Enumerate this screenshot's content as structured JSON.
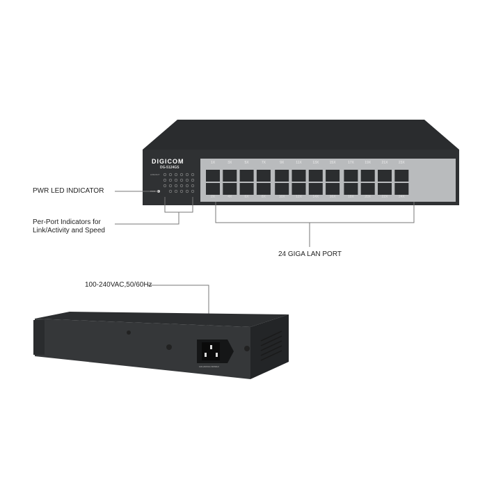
{
  "front": {
    "brand": "DIGICOM",
    "model": "DG-5124GS",
    "led_labels": {
      "link": "LINK/ACT",
      "pwr": "PWR"
    },
    "ports_top": [
      "1X",
      "3X",
      "5X",
      "7X",
      "9X",
      "11X",
      "13X",
      "15X",
      "17X",
      "19X",
      "21X",
      "23X"
    ],
    "ports_bottom": [
      "2X",
      "4X",
      "6X",
      "8X",
      "10X",
      "12X",
      "14X",
      "16X",
      "18X",
      "20X",
      "22X",
      "24X"
    ]
  },
  "callouts": {
    "pwr_led": "PWR LED INDICATOR",
    "per_port_line1": "Per-Port Indicators for",
    "per_port_line2": "Link/Activity and Speed",
    "lan_port": "24 GIGA LAN PORT",
    "power_input": "100-240VAC,50/60Hz"
  },
  "rear": {
    "power_rating": "100-240VAC,50/60Hz"
  }
}
